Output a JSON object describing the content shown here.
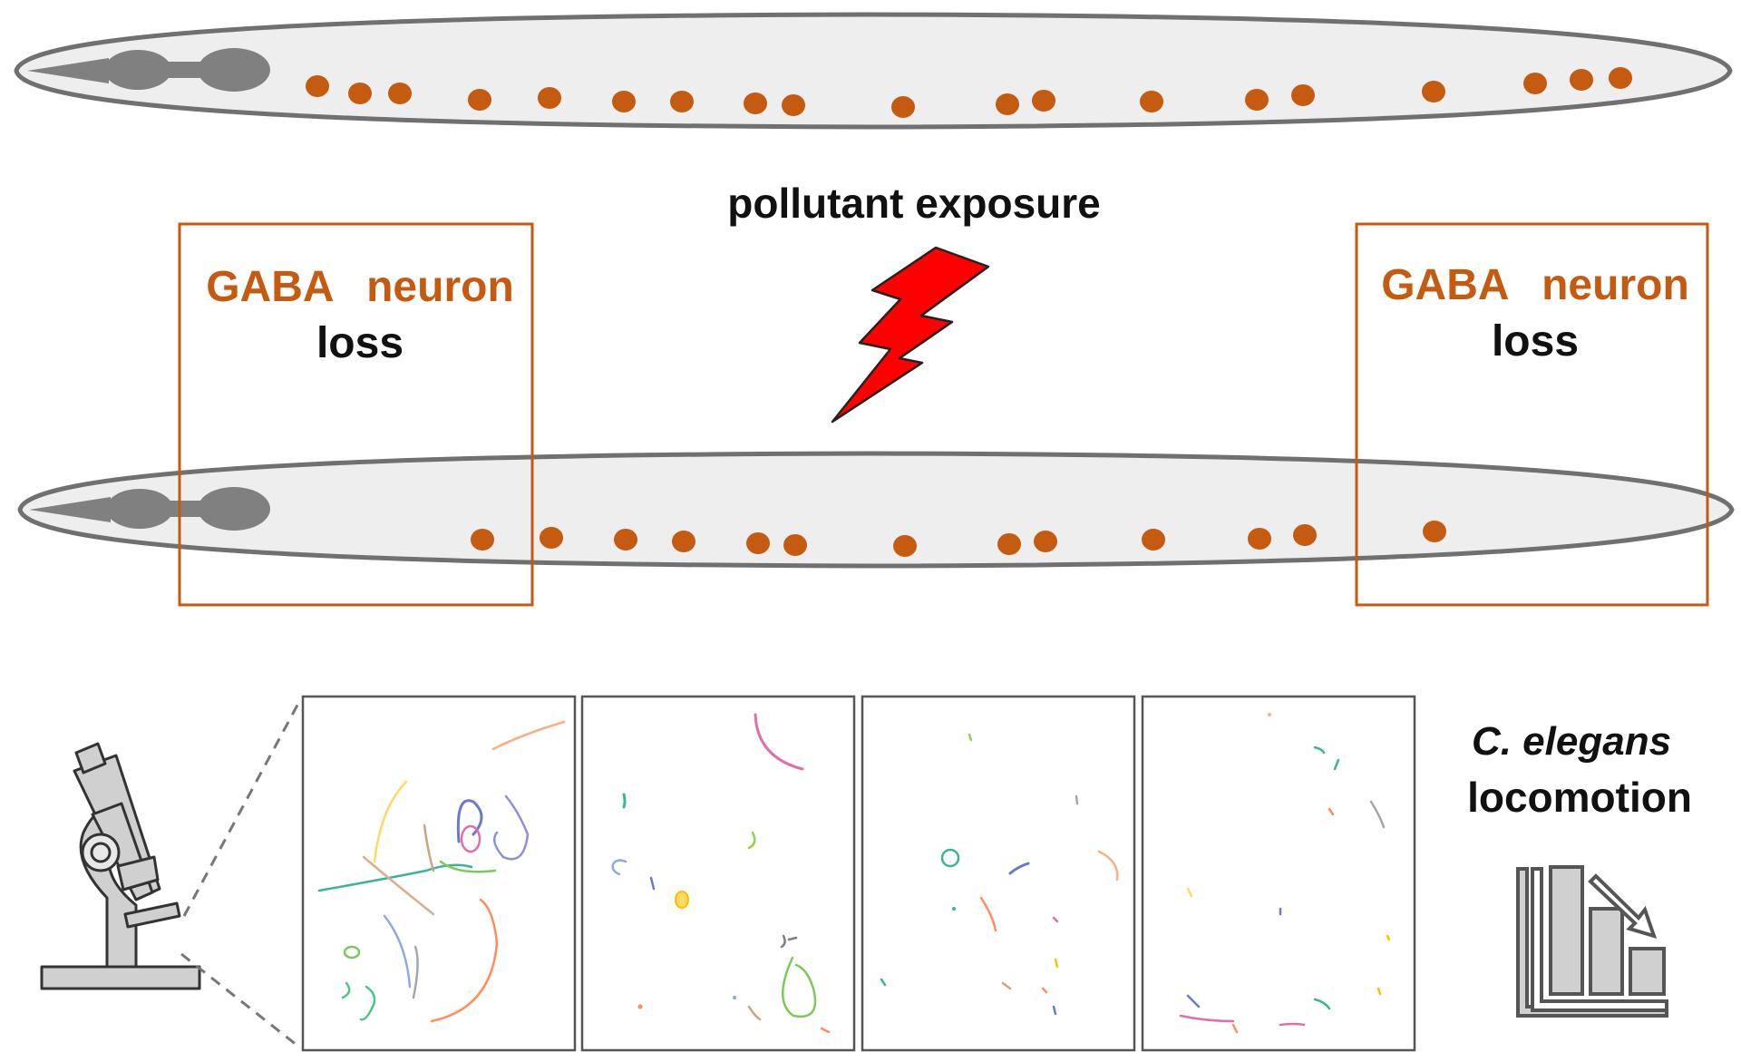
{
  "labels": {
    "exposure": "pollutant exposure",
    "gaba": "GABA",
    "neuron": "neuron",
    "loss": "loss",
    "species": "C. elegans",
    "locomotion": "locomotion"
  },
  "colors": {
    "neuron": "#c55a11",
    "worm_fill": "#eeeeee",
    "worm_outline": "#707070",
    "head": "#808080",
    "bolt": "#ff0000",
    "box": "#c55a11",
    "panel_border": "#555555"
  },
  "icons": {
    "microscope": "microscope-icon",
    "lightning": "lightning-bolt-icon",
    "bar_chart": "bar-chart-decrease-icon"
  }
}
